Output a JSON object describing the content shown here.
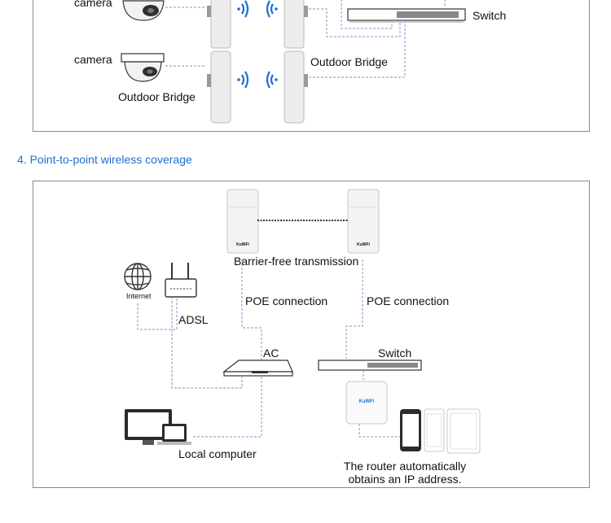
{
  "top_diagram": {
    "labels": {
      "camera_top": "camera",
      "camera_mid": "camera",
      "switch": "Switch",
      "outdoor_bridge_right": "Outdoor Bridge",
      "outdoor_bridge_left": "Outdoor Bridge"
    }
  },
  "section": {
    "heading": "4. Point-to-point wireless coverage"
  },
  "bottom_diagram": {
    "labels": {
      "barrier_free": "Barrier-free transmission",
      "poe_left": "POE connection",
      "poe_right": "POE connection",
      "internet": "Internet",
      "adsl": "ADSL",
      "ac": "AC",
      "switch": "Switch",
      "local_computer": "Local computer",
      "router_line1": "The router automatically",
      "router_line2": "obtains an IP address.",
      "device_brand_left": "KuWFi",
      "device_brand_right": "KuWFi",
      "router_brand": "KuWFi"
    }
  },
  "colors": {
    "heading": "#1d6fd1",
    "panel_border": "#8a8a8a",
    "cable": "#8e8fc7",
    "dotted_link": "#333333"
  }
}
